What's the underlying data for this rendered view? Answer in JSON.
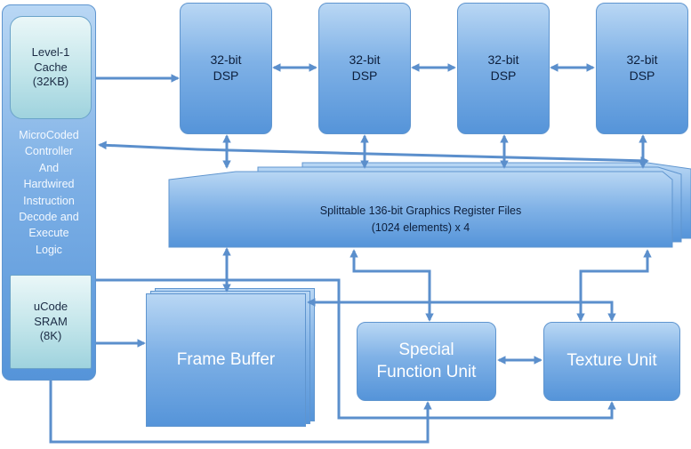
{
  "controller": {
    "l1_cache": [
      "Level-1",
      "Cache",
      "(32KB)"
    ],
    "body_text": [
      "MicroCoded",
      "Controller",
      "And",
      "Hardwired",
      "Instruction",
      "Decode and",
      "Execute",
      "Logic"
    ],
    "ucode_sram": [
      "uCode",
      "SRAM",
      "(8K)"
    ]
  },
  "dsps": [
    {
      "line1": "32-bit",
      "line2": "DSP"
    },
    {
      "line1": "32-bit",
      "line2": "DSP"
    },
    {
      "line1": "32-bit",
      "line2": "DSP"
    },
    {
      "line1": "32-bit",
      "line2": "DSP"
    }
  ],
  "register_files": [
    "Splittable 136-bit Graphics Register Files",
    "(1024 elements) x 4"
  ],
  "frame_buffer": "Frame Buffer",
  "special_function_unit": [
    "Special",
    "Function Unit"
  ],
  "texture_unit": "Texture Unit",
  "colors": {
    "block_fill_top": "#b9d7f4",
    "block_fill_bottom": "#5594d9",
    "cache_fill": "#c2e5ea",
    "connector": "#5b8fcc"
  }
}
